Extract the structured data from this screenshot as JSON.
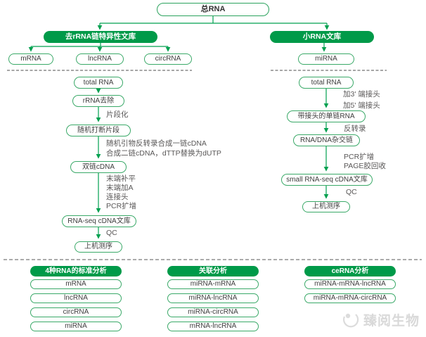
{
  "colors": {
    "solid_green": "#009a49",
    "outline_green": "#3aa968",
    "connector_green": "#00a04f",
    "label_gray": "#595757",
    "watermark_gray": "#d9d9d9"
  },
  "diagram": {
    "root": "总RNA",
    "left": {
      "header": "去rRNA链特异性文库",
      "rna_types": [
        "mRNA",
        "lncRNA",
        "circRNA"
      ],
      "steps": {
        "total_rna": "total RNA",
        "rrna_removal": "rRNA去除",
        "fragmentation_label": "片段化",
        "random_fragments": "随机打断片段",
        "cdna_label_1": "随机引物反转录合成一链cDNA",
        "cdna_label_2": "合成二链cDNA，dTTP替换为dUTP",
        "double_cdna": "双链cDNA",
        "lib_label_1": "末端补平",
        "lib_label_2": "末端加A",
        "lib_label_3": "连接头",
        "lib_label_4": "PCR扩增",
        "library": "RNA-seq cDNA文库",
        "qc_label": "QC",
        "sequencing": "上机测序"
      }
    },
    "right": {
      "header": "小RNA文库",
      "rna_types": [
        "miRNA"
      ],
      "steps": {
        "total_rna": "total RNA",
        "adapter_label_1": "加3' 端接头",
        "adapter_label_2": "加5' 端接头",
        "adapter_ssrna": "带接头的单链RNA",
        "rt_label": "反转录",
        "hybrid": "RNA/DNA杂交链",
        "pcr_label": "PCR扩增",
        "page_label": "PAGE胶回收",
        "library": "small RNA-seq cDNA文库",
        "qc_label": "QC",
        "sequencing": "上机测序"
      }
    },
    "analysis_groups": [
      {
        "header": "4种RNA的标准分析",
        "items": [
          "mRNA",
          "lncRNA",
          "circRNA",
          "miRNA"
        ]
      },
      {
        "header": "关联分析",
        "items": [
          "miRNA-mRNA",
          "miRNA-lncRNA",
          "miRNA-circRNA",
          "mRNA-lncRNA"
        ]
      },
      {
        "header": "ceRNA分析",
        "items": [
          "miRNA-mRNA-lncRNA",
          "miRNA-mRNA-circRNA"
        ]
      }
    ],
    "watermark": "臻阅生物"
  }
}
